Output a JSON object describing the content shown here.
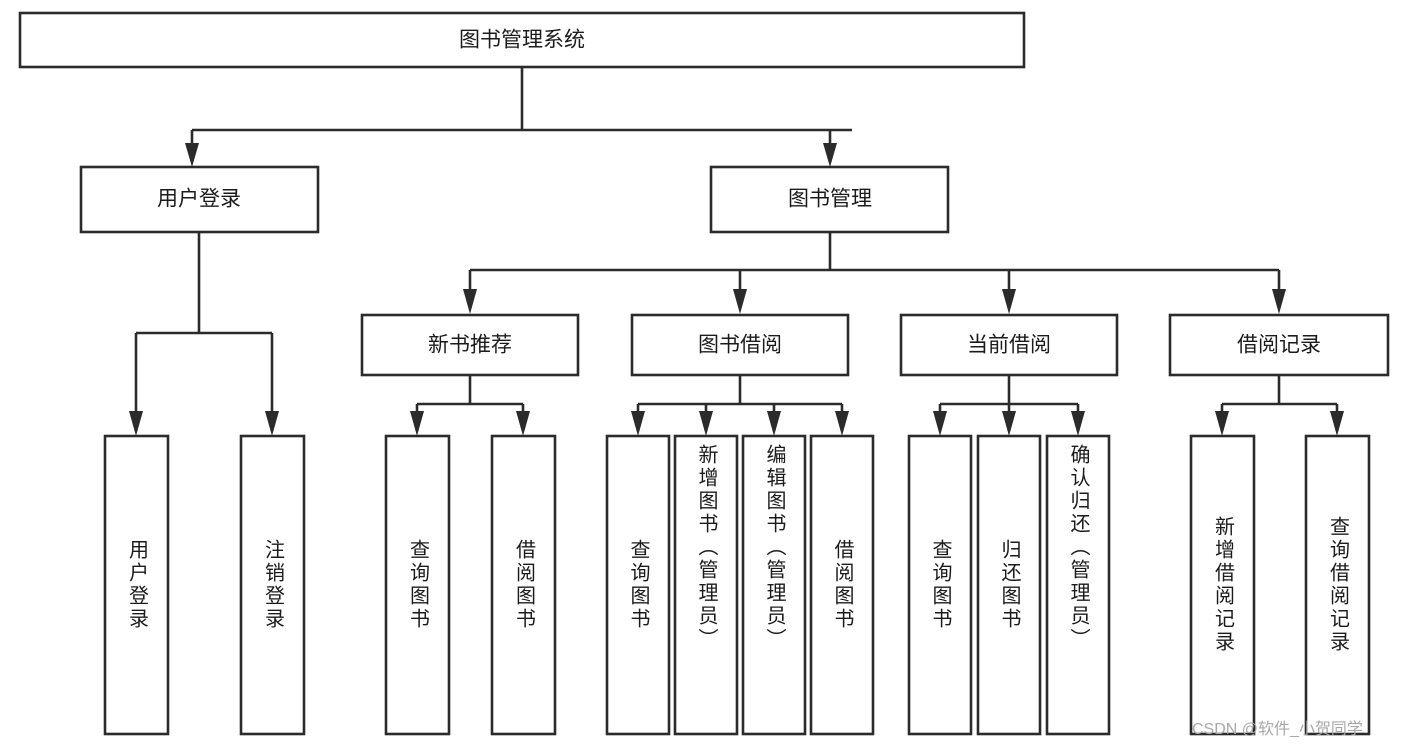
{
  "diagram": {
    "type": "hierarchy-tree",
    "title": "图书管理系统",
    "root": {
      "label": "图书管理系统"
    },
    "level1": [
      {
        "label": "用户登录"
      },
      {
        "label": "图书管理"
      }
    ],
    "level2": [
      {
        "label": "新书推荐"
      },
      {
        "label": "图书借阅"
      },
      {
        "label": "当前借阅"
      },
      {
        "label": "借阅记录"
      }
    ],
    "leaves": {
      "user_login": [
        {
          "label": "用户登录"
        },
        {
          "label": "注销登录"
        }
      ],
      "new_book_recommend": [
        {
          "label": "查询图书"
        },
        {
          "label": "借阅图书"
        }
      ],
      "book_borrow": [
        {
          "label": "查询图书"
        },
        {
          "label": "新增图书（管理员）"
        },
        {
          "label": "编辑图书（管理员）"
        },
        {
          "label": "借阅图书"
        }
      ],
      "current_borrow": [
        {
          "label": "查询图书"
        },
        {
          "label": "归还图书"
        },
        {
          "label": "确认归还（管理员）"
        }
      ],
      "borrow_record": [
        {
          "label": "新增借阅记录"
        },
        {
          "label": "查询借阅记录"
        }
      ]
    }
  },
  "watermark": {
    "text": "CSDN @软件_小贺同学"
  },
  "colors": {
    "stroke": "#2b2b2b",
    "fill": "#ffffff",
    "text": "#1b1b1b",
    "watermark": "#a8a8a8"
  }
}
